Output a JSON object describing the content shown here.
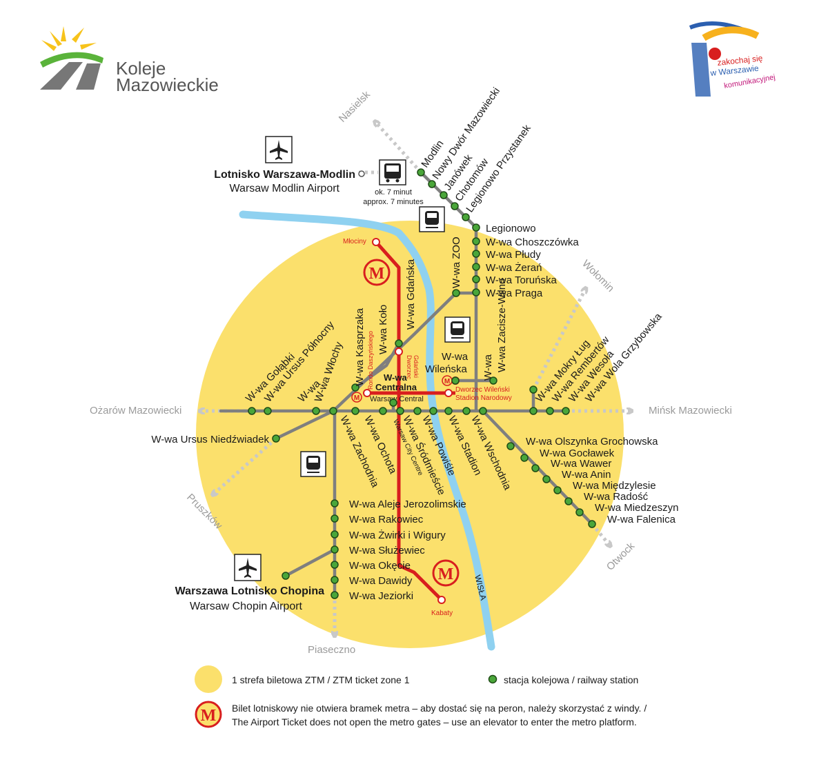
{
  "logo": {
    "line1": "Koleje",
    "line2": "Mazowieckie"
  },
  "logo2": {
    "line1": "zakochaj się",
    "line2": "w Warszawie",
    "line3": "komunikacyjnej"
  },
  "airports": {
    "modlin": {
      "name": "Lotnisko Warszawa-Modlin",
      "name_en": "Warsaw Modlin Airport"
    },
    "chopin": {
      "name": "Warszawa Lotnisko Chopina",
      "name_en": "Warsaw Chopin Airport"
    }
  },
  "bus": {
    "time_pl": "ok. 7 minut",
    "time_en": "approx. 7 minutes"
  },
  "directions": {
    "nasielsk": "Nasielsk",
    "wolomin": "Wołomin",
    "minsk": "Mińsk Mazowiecki",
    "otwock": "Otwock",
    "piaseczno": "Piaseczno",
    "pruszkow": "Pruszków",
    "ozarow": "Ożarów Mazowiecki"
  },
  "north_diag": [
    "Modlin",
    "Nowy Dwór Mazowiecki",
    "Janówek",
    "Chotomów",
    "Legionowo Przystanek"
  ],
  "north_vert": [
    "Legionowo",
    "W-wa Choszczówka",
    "W-wa Płudy",
    "W-wa Żerań",
    "W-wa Toruńska",
    "W-wa Praga"
  ],
  "east": [
    "W-wa Mokry Ług",
    "W-wa Rembertów",
    "W-wa Wesoła",
    "W-wa Wola Grzybowska"
  ],
  "southeast": [
    "W-wa Olszynka Grochowska",
    "W-wa Gocławek",
    "W-wa Wawer",
    "W-wa Anin",
    "W-wa Międzylesie",
    "W-wa Radość",
    "W-wa Miedzeszyn",
    "W-wa Falenica"
  ],
  "south": [
    "W-wa Aleje Jerozolimskie",
    "W-wa Rakowiec",
    "W-wa Żwirki i Wigury",
    "W-wa Służewiec",
    "W-wa Okęcie",
    "W-wa Dawidy",
    "W-wa Jeziorki"
  ],
  "west": [
    "W-wa Gołąbki",
    "W-wa Ursus Północny",
    "W-wa Włochy",
    "W-wa Kasprzaka",
    "W-wa Koło",
    "W-wa Gdańska"
  ],
  "diag_south": [
    "W-wa Zachodnia",
    "W-wa Ochota",
    "W-wa Śródmieście",
    "W-wa Powiśle",
    "W-wa Stadion",
    "W-wa Wschodnia"
  ],
  "misc": {
    "ursus_niedz": "W-wa Ursus Niedźwiadek",
    "zoo": "W-wa ZOO",
    "zacisze": "W-wa Zacisze-Wilno",
    "wilenska1": "W-wa",
    "wilenska2": "Wileńska",
    "centralna1": "W-wa",
    "centralna2": "Centralna",
    "centralna_en": "Warsaw Central",
    "srodm_en": "Warsaw City Centre",
    "river": "WISŁA"
  },
  "metro": {
    "mlociny": "Młociny",
    "kabaty": "Kabaty",
    "rondo": "Rondo Daszyńskiego",
    "dworzec_gd1": "Dworzec",
    "dworzec_gd2": "Gdański",
    "wilenski": "Dworzec Wileński",
    "stadion": "Stadion Narodowy",
    "logo": "M"
  },
  "legend": {
    "zone": "1 strefa biletowa ZTM / ZTM ticket zone 1",
    "station": "stacja kolejowa / railway station",
    "metro_pl": "Bilet lotniskowy nie otwiera bramek metra – aby dostać się na peron, należy skorzystać z windy. /",
    "metro_en": "The Airport Ticket does not open the metro gates – use an elevator to enter the metro platform."
  },
  "colors": {
    "zone": "#fbe06c",
    "river": "#8fd1f0",
    "rail": "#7f7f7f",
    "metro": "#d81e1e",
    "station": "#4aa63a",
    "dashed": "#c8c8c8"
  }
}
